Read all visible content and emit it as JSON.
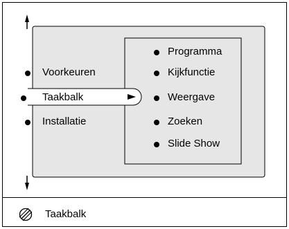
{
  "main_menu": {
    "items": [
      {
        "label": "Voorkeuren",
        "selected": false
      },
      {
        "label": "Taakbalk",
        "selected": true
      },
      {
        "label": "Installatie",
        "selected": false
      }
    ]
  },
  "submenu": {
    "items": [
      {
        "label": "Programma"
      },
      {
        "label": "Kijkfunctie"
      },
      {
        "label": "Weergave"
      },
      {
        "label": "Zoeken"
      },
      {
        "label": "Slide Show"
      }
    ]
  },
  "status_bar": {
    "icon": "no-entry-icon",
    "text": "Taakbalk"
  },
  "colors": {
    "menu_background": "#e6e6e6",
    "frame": "#000000"
  }
}
